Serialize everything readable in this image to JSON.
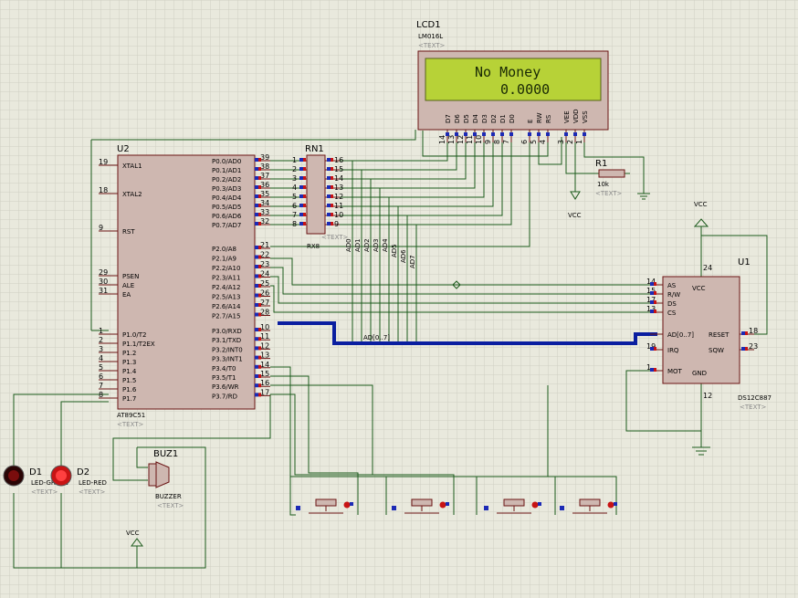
{
  "lcd": {
    "ref": "LCD1",
    "part": "LM016L",
    "text_tag": "<TEXT>",
    "line1": "No Money",
    "line2": "0.0000",
    "pins": [
      {
        "name": "D7",
        "num": "14"
      },
      {
        "name": "D6",
        "num": "13"
      },
      {
        "name": "D5",
        "num": "12"
      },
      {
        "name": "D4",
        "num": "11"
      },
      {
        "name": "D3",
        "num": "10"
      },
      {
        "name": "D2",
        "num": "9"
      },
      {
        "name": "D1",
        "num": "8"
      },
      {
        "name": "D0",
        "num": "7"
      },
      {
        "name": "E",
        "num": "6"
      },
      {
        "name": "RW",
        "num": "5"
      },
      {
        "name": "RS",
        "num": "4"
      },
      {
        "name": "VEE",
        "num": "3"
      },
      {
        "name": "VDD",
        "num": "2"
      },
      {
        "name": "VSS",
        "num": "1"
      }
    ]
  },
  "u2": {
    "ref": "U2",
    "part": "AT89C51",
    "text_tag": "<TEXT>",
    "left_pins": [
      {
        "num": "19",
        "name": "XTAL1"
      },
      {
        "num": "18",
        "name": "XTAL2"
      },
      {
        "num": "9",
        "name": "RST"
      },
      {
        "num": "29",
        "name": "PSEN"
      },
      {
        "num": "30",
        "name": "ALE"
      },
      {
        "num": "31",
        "name": "EA"
      },
      {
        "num": "1",
        "name": "P1.0/T2"
      },
      {
        "num": "2",
        "name": "P1.1/T2EX"
      },
      {
        "num": "3",
        "name": "P1.2"
      },
      {
        "num": "4",
        "name": "P1.3"
      },
      {
        "num": "5",
        "name": "P1.4"
      },
      {
        "num": "6",
        "name": "P1.5"
      },
      {
        "num": "7",
        "name": "P1.6"
      },
      {
        "num": "8",
        "name": "P1.7"
      }
    ],
    "right_pins": [
      {
        "num": "39",
        "name": "P0.0/AD0"
      },
      {
        "num": "38",
        "name": "P0.1/AD1"
      },
      {
        "num": "37",
        "name": "P0.2/AD2"
      },
      {
        "num": "36",
        "name": "P0.3/AD3"
      },
      {
        "num": "35",
        "name": "P0.4/AD4"
      },
      {
        "num": "34",
        "name": "P0.5/AD5"
      },
      {
        "num": "33",
        "name": "P0.6/AD6"
      },
      {
        "num": "32",
        "name": "P0.7/AD7"
      },
      {
        "num": "21",
        "name": "P2.0/A8"
      },
      {
        "num": "22",
        "name": "P2.1/A9"
      },
      {
        "num": "23",
        "name": "P2.2/A10"
      },
      {
        "num": "24",
        "name": "P2.3/A11"
      },
      {
        "num": "25",
        "name": "P2.4/A12"
      },
      {
        "num": "26",
        "name": "P2.5/A13"
      },
      {
        "num": "27",
        "name": "P2.6/A14"
      },
      {
        "num": "28",
        "name": "P2.7/A15"
      },
      {
        "num": "10",
        "name": "P3.0/RXD"
      },
      {
        "num": "11",
        "name": "P3.1/TXD"
      },
      {
        "num": "12",
        "name": "P3.2/INT0"
      },
      {
        "num": "13",
        "name": "P3.3/INT1"
      },
      {
        "num": "14",
        "name": "P3.4/T0"
      },
      {
        "num": "15",
        "name": "P3.5/T1"
      },
      {
        "num": "16",
        "name": "P3.6/WR"
      },
      {
        "num": "17",
        "name": "P3.7/RD"
      }
    ]
  },
  "rn1": {
    "ref": "RN1",
    "part": "RX8",
    "text_tag": "<TEXT>",
    "left_nums": [
      "1",
      "2",
      "3",
      "4",
      "5",
      "6",
      "7",
      "8"
    ],
    "right_nums": [
      "16",
      "15",
      "14",
      "13",
      "12",
      "11",
      "10",
      "9"
    ]
  },
  "bus_labels": [
    "AD0",
    "AD1",
    "AD2",
    "AD3",
    "AD4",
    "AD5",
    "AD6",
    "AD7"
  ],
  "bus_name": "AD[0..7]",
  "r1": {
    "ref": "R1",
    "value": "10k",
    "text_tag": "<TEXT>"
  },
  "vcc_label": "VCC",
  "u1": {
    "ref": "U1",
    "part": "DS12C887",
    "text_tag": "<TEXT>",
    "left_pins": [
      {
        "num": "14",
        "name": "AS"
      },
      {
        "num": "15",
        "name": "R/W"
      },
      {
        "num": "17",
        "name": "DS"
      },
      {
        "num": "13",
        "name": "CS"
      },
      {
        "num": "",
        "name": "AD[0..7]"
      },
      {
        "num": "19",
        "name": "IRQ"
      },
      {
        "num": "1",
        "name": "MOT"
      }
    ],
    "top_pin": {
      "num": "24",
      "name": "VCC"
    },
    "bottom_pin": {
      "num": "12",
      "name": "GND"
    },
    "right_pins": [
      {
        "num": "18",
        "name": "RESET"
      },
      {
        "num": "23",
        "name": "SQW"
      }
    ]
  },
  "d1": {
    "ref": "D1",
    "part": "LED-GREEN",
    "text_tag": "<TEXT>"
  },
  "d2": {
    "ref": "D2",
    "part": "LED-RED",
    "text_tag": "<TEXT>"
  },
  "buz1": {
    "ref": "BUZ1",
    "part": "BUZZER",
    "text_tag": "<TEXT>"
  },
  "colors": {
    "background": "#e9e9dd",
    "grid": "#cfcfc2",
    "wire": "#1c5a1c",
    "bus": "#0a1ea0",
    "chip_fill": "#ceb7b0",
    "chip_border": "#6b1414",
    "lcd_screen": "#b7d237",
    "led": "#c81414"
  }
}
